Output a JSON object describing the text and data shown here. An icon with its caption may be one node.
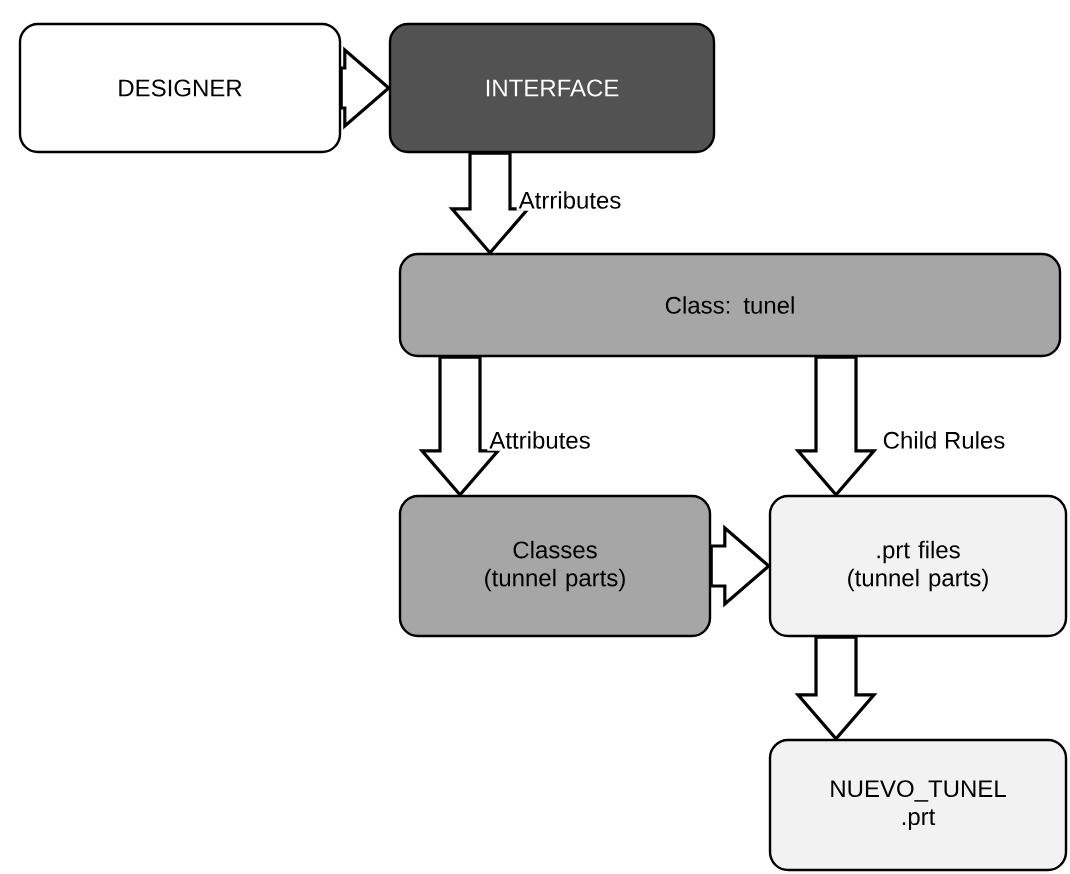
{
  "diagram": {
    "nodes": [
      {
        "text": [
          "DESIGNER"
        ]
      },
      {
        "text": [
          "INTERFACE"
        ]
      },
      {
        "text": [
          "Class: tunel"
        ]
      },
      {
        "text": [
          "Classes (tunnel parts)"
        ]
      },
      {
        "text": [
          ".prt files (tunnel parts)"
        ]
      },
      {
        "text": [
          "NUEVO_TUNEL .prt"
        ]
      }
    ],
    "edges": [
      {
        "from": 0,
        "to": 1,
        "arrow": "to"
      },
      {
        "from": 1,
        "to": 2,
        "arrow": "to",
        "label": "Atrributes"
      },
      {
        "from": 2,
        "to": 3,
        "arrow": "to",
        "label": "Attributes"
      },
      {
        "from": 2,
        "to": 4,
        "arrow": "to",
        "label": "Child Rules"
      },
      {
        "from": 3,
        "to": 4,
        "arrow": "to"
      },
      {
        "from": 4,
        "to": 5,
        "arrow": "to"
      }
    ]
  }
}
